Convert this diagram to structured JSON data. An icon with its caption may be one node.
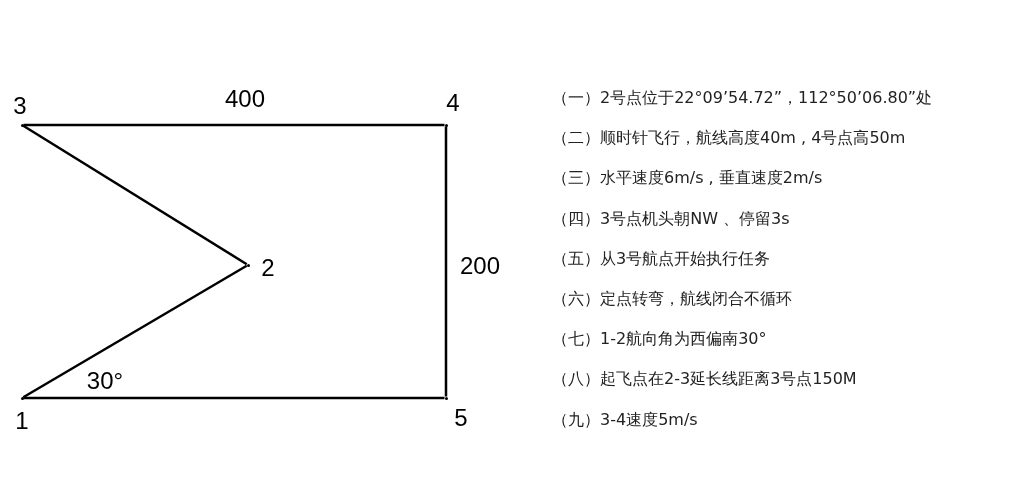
{
  "diagram": {
    "nodes": [
      {
        "text": [],
        "shape": "point",
        "beside": [
          "1"
        ]
      },
      {
        "text": [],
        "shape": "point",
        "beside": [
          "2"
        ]
      },
      {
        "text": [],
        "shape": "point",
        "beside": [
          "3"
        ]
      },
      {
        "text": [],
        "shape": "point",
        "beside": [
          "4"
        ]
      },
      {
        "text": [],
        "shape": "point",
        "beside": [
          "5"
        ]
      }
    ],
    "edges": [
      {
        "from": 0,
        "to": 1,
        "arrow": "none"
      },
      {
        "from": 1,
        "to": 2,
        "arrow": "none"
      },
      {
        "from": 2,
        "to": 3,
        "arrow": "none",
        "label": "400"
      },
      {
        "from": 3,
        "to": 4,
        "arrow": "none",
        "label": "200"
      },
      {
        "from": 4,
        "to": 0,
        "arrow": "none"
      }
    ],
    "labels": [
      "30°",
      "（一）2号点位于22°09’54.72”，112°50’06.80”处",
      "（二）顺时针飞行，航线高度40m , 4号点高50m",
      "（三）水平速度6m/s , 垂直速度2m/s",
      "（四）3号点机头朝NW 、停留3s",
      "（五）从3号航点开始执行任务",
      "（六）定点转弯，航线闭合不循环",
      "（七）1-2航向角为西偏南30°",
      "（八）起飞点在2-3延长线距离3号点150M",
      "（九）3-4速度5m/s"
    ]
  }
}
